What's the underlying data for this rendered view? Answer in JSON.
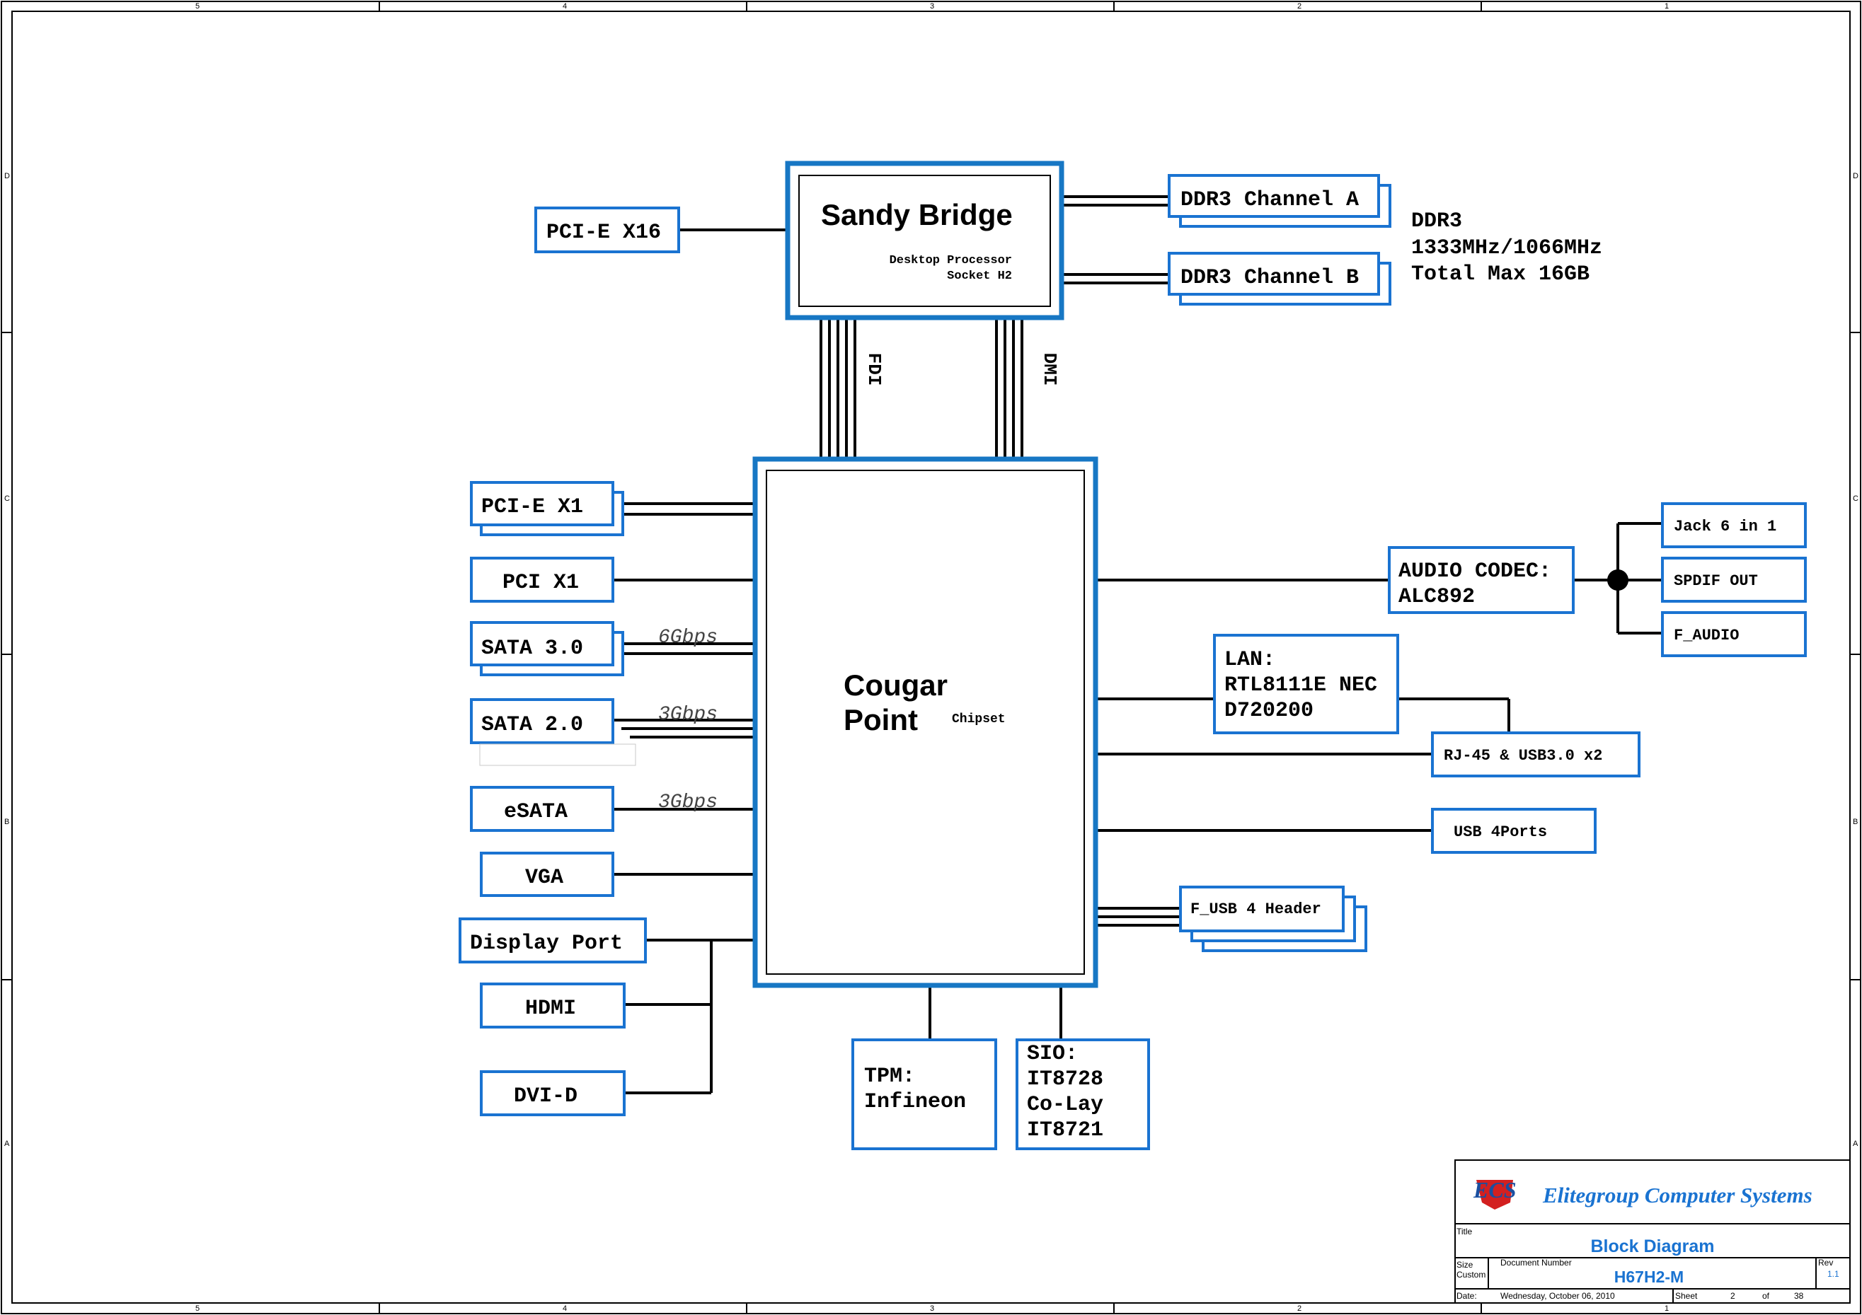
{
  "frame": {
    "columns": [
      "5",
      "4",
      "3",
      "2",
      "1"
    ],
    "rows": [
      "D",
      "C",
      "B",
      "A"
    ]
  },
  "cpu": {
    "title": "Sandy Bridge",
    "line1": "Desktop Processor",
    "line2": "Socket H2"
  },
  "chipset": {
    "title1": "Cougar",
    "title2": "Point",
    "subtitle": "Chipset"
  },
  "buses": {
    "fdi": "FDI",
    "dmi": "DMI"
  },
  "left": {
    "pcie_x16": "PCI-E X16",
    "pcie_x1": "PCI-E X1",
    "pci_x1": "PCI X1",
    "sata3": "SATA 3.0",
    "sata3_speed": "6Gbps",
    "sata2": "SATA 2.0",
    "sata2_speed": "3Gbps",
    "esata": "eSATA",
    "esata_speed": "3Gbps",
    "vga": "VGA",
    "displayport": "Display Port",
    "hdmi": "HDMI",
    "dvid": "DVI-D"
  },
  "memory": {
    "chan_a": "DDR3 Channel A",
    "chan_b": "DDR3 Channel B",
    "note1": "DDR3",
    "note2": "1333MHz/1066MHz",
    "note3": "Total Max 16GB"
  },
  "right": {
    "audio1": "AUDIO CODEC:",
    "audio2": "ALC892",
    "jack": "Jack 6 in 1",
    "spdif": "SPDIF OUT",
    "faudio": "F_AUDIO",
    "lan1": "LAN:",
    "lan2": "RTL8111E NEC",
    "lan3": "D720200",
    "rj45": "RJ-45 & USB3.0 x2",
    "usb4": "USB 4Ports",
    "fusb": "F_USB 4 Header"
  },
  "bottom": {
    "tpm1": "TPM:",
    "tpm2": "Infineon",
    "sio1": "SIO:",
    "sio2": "IT8728",
    "sio3": "Co-Lay",
    "sio4": "IT8721"
  },
  "titleblock": {
    "logo": "ECS",
    "company": "Elitegroup Computer Systems",
    "title_label": "Title",
    "title": "Block Diagram",
    "size_label": "Size",
    "size": "Custom",
    "docnum_label": "Document Number",
    "docnum": "H67H2-M",
    "rev_label": "Rev",
    "rev": "1.1",
    "date_label": "Date:",
    "date": "Wednesday, October 06, 2010",
    "sheet_label": "Sheet",
    "sheet": "2",
    "of_label": "of",
    "total": "38"
  },
  "colors": {
    "box": "#1a73d1",
    "chip": "#1777c4",
    "line": "#000000"
  }
}
